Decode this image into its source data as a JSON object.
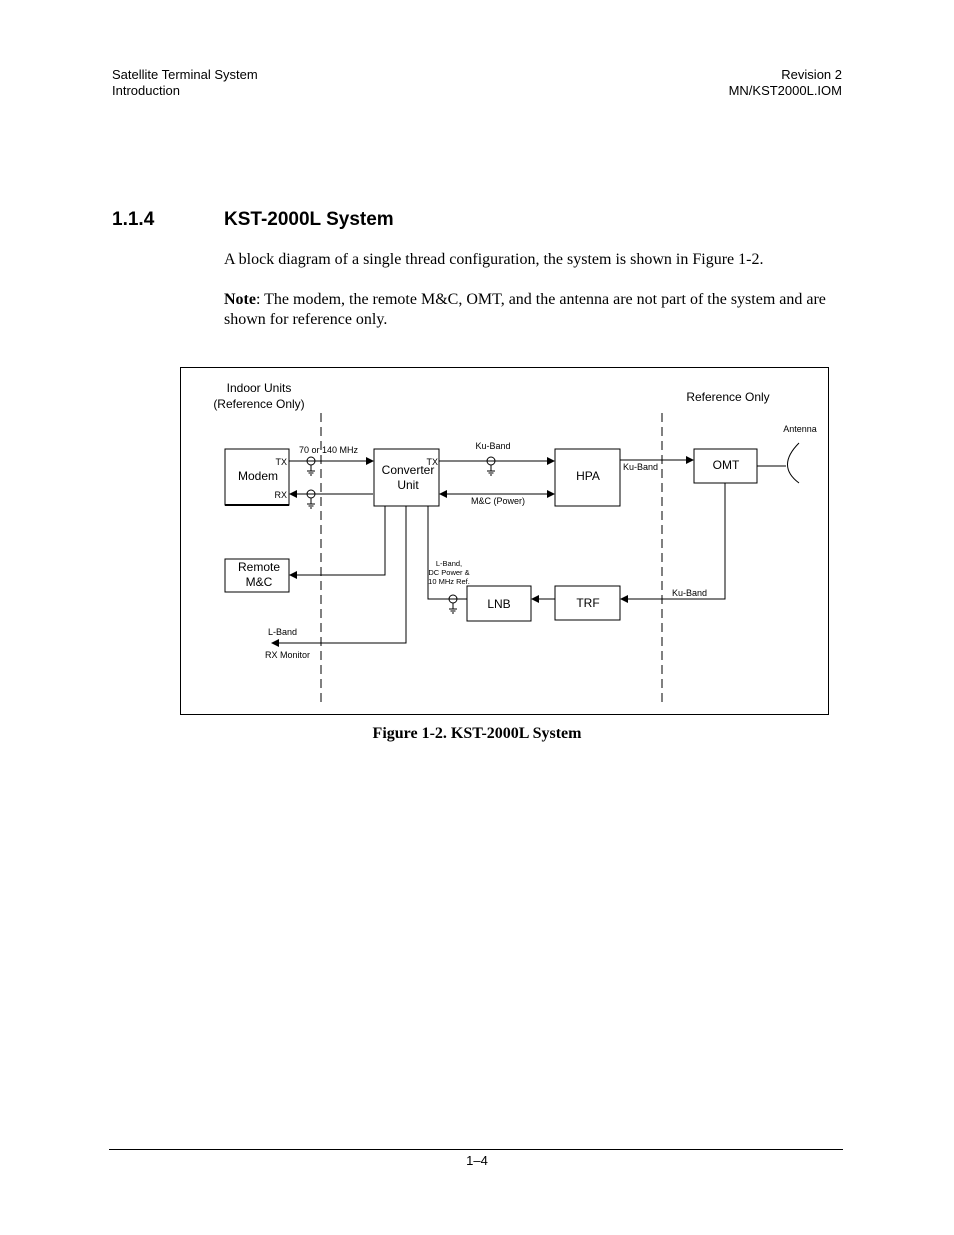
{
  "header": {
    "left_line1": "Satellite Terminal System",
    "left_line2": "Introduction",
    "right_line1": "Revision 2",
    "right_line2": "MN/KST2000L.IOM"
  },
  "section": {
    "number": "1.1.4",
    "title": "KST-2000L System"
  },
  "body": {
    "paragraph1": "A block diagram of a single thread configuration, the system is shown in Figure 1-2.",
    "note_label": "Note",
    "note_text": ": The modem, the remote M&C, OMT, and the antenna are not part of the system and are shown for reference only."
  },
  "diagram": {
    "indoor_line1": "Indoor Units",
    "indoor_line2": "(Reference Only)",
    "reference_only": "Reference Only",
    "antenna": "Antenna",
    "modem": "Modem",
    "tx": "TX",
    "rx": "RX",
    "freq": "70 or 140 MHz",
    "converter_line1": "Converter",
    "converter_line2": "Unit",
    "conv_tx": "TX",
    "ku_band_top": "Ku-Band",
    "hpa": "HPA",
    "mc_power": "M&C (Power)",
    "ku_band_hpa": "Ku-Band",
    "omt": "OMT",
    "remote_line1": "Remote",
    "remote_line2": "M&C",
    "lband_line1": "L-Band,",
    "lband_line2": "DC Power &",
    "lband_line3": "10 MHz Ref.",
    "lnb": "LNB",
    "trf": "TRF",
    "ku_band_trf": "Ku-Band",
    "lband_monitor": "L-Band",
    "rx_monitor": "RX  Monitor"
  },
  "caption": "Figure 1-2.  KST-2000L System",
  "footer": {
    "page": "1–4"
  }
}
